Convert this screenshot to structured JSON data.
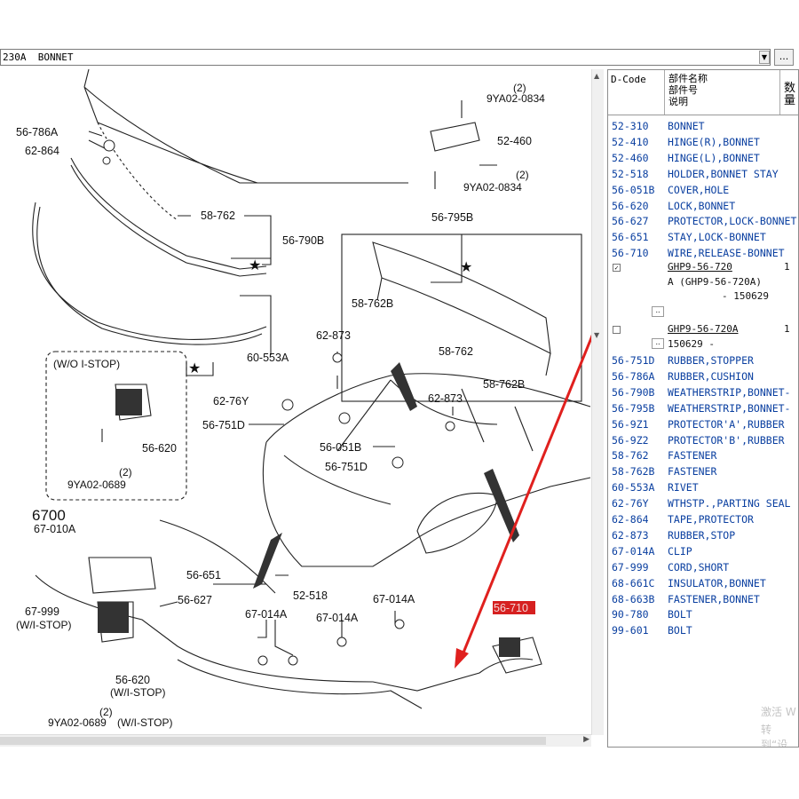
{
  "toolbar": {
    "title": "230A  BONNET",
    "dropdown_glyph": "▼",
    "browse_label": "..."
  },
  "panel": {
    "col_dcode": "D-Code",
    "col_names": [
      "部件名称",
      "部件号",
      "说明"
    ],
    "col_qty": "数量",
    "parts_top": [
      {
        "code": "52-310",
        "name": "BONNET"
      },
      {
        "code": "52-410",
        "name": "HINGE(R),BONNET"
      },
      {
        "code": "52-460",
        "name": "HINGE(L),BONNET"
      },
      {
        "code": "52-518",
        "name": "HOLDER,BONNET STAY"
      },
      {
        "code": "56-051B",
        "name": "COVER,HOLE"
      },
      {
        "code": "56-620",
        "name": "LOCK,BONNET"
      },
      {
        "code": "56-627",
        "name": "PROTECTOR,LOCK-BONNET"
      },
      {
        "code": "56-651",
        "name": "STAY,LOCK-BONNET"
      },
      {
        "code": "56-710",
        "name": "WIRE,RELEASE-BONNET"
      }
    ],
    "sub_items": [
      {
        "part_no": "GHP9-56-720",
        "note": "A (GHP9-56-720A)",
        "range": "- 150629",
        "qty": "1",
        "checked": "✓"
      },
      {
        "part_no": "GHP9-56-720A",
        "note": "",
        "range": "150629  -",
        "qty": "1",
        "checked": ""
      }
    ],
    "parts_bottom": [
      {
        "code": "56-751D",
        "name": "RUBBER,STOPPER"
      },
      {
        "code": "56-786A",
        "name": "RUBBER,CUSHION"
      },
      {
        "code": "56-790B",
        "name": "WEATHERSTRIP,BONNET-"
      },
      {
        "code": "56-795B",
        "name": "WEATHERSTRIP,BONNET-"
      },
      {
        "code": "56-9Z1",
        "name": "PROTECTOR'A',RUBBER"
      },
      {
        "code": "56-9Z2",
        "name": "PROTECTOR'B',RUBBER"
      },
      {
        "code": "58-762",
        "name": "FASTENER"
      },
      {
        "code": "58-762B",
        "name": "FASTENER"
      },
      {
        "code": "60-553A",
        "name": "RIVET"
      },
      {
        "code": "62-76Y",
        "name": "WTHSTP.,PARTING SEAL"
      },
      {
        "code": "62-864",
        "name": "TAPE,PROTECTOR"
      },
      {
        "code": "62-873",
        "name": "RUBBER,STOP"
      },
      {
        "code": "67-014A",
        "name": "CLIP"
      },
      {
        "code": "67-999",
        "name": "CORD,SHORT"
      },
      {
        "code": "68-661C",
        "name": "INSULATOR,BONNET"
      },
      {
        "code": "68-663B",
        "name": "FASTENER,BONNET"
      },
      {
        "code": "90-780",
        "name": "BOLT"
      },
      {
        "code": "99-601",
        "name": "BOLT"
      }
    ],
    "watermark_1": "激活 W",
    "watermark_2": "转到“设"
  },
  "diagram": {
    "labels": {
      "l_9ya02_0834_top": "9YA02-0834",
      "l_2_top": "(2)",
      "l_52_460": "52-460",
      "l_9ya02_0834_mid": "9YA02-0834",
      "l_2_mid": "(2)",
      "l_56_786a": "56-786A",
      "l_62_864": "62-864",
      "l_58_762_a": "58-762",
      "l_56_790b": "56-790B",
      "l_56_795b": "56-795B",
      "l_58_762b_a": "58-762B",
      "l_60_553a": "60-553A",
      "l_62_873_a": "62-873",
      "l_58_762_b": "58-762",
      "l_58_762b_b": "58-762B",
      "l_wo_istop": "(W/O I-STOP)",
      "l_62_76y": "62-76Y",
      "l_56_751d_a": "56-751D",
      "l_62_873_b": "62-873",
      "l_56_051b": "56-051B",
      "l_56_620_a": "56-620",
      "l_2_c": "(2)",
      "l_9ya02_0689_a": "9YA02-0689",
      "l_56_751d_b": "56-751D",
      "l_6700": "6700",
      "l_67_010a": "67-010A",
      "l_56_651": "56-651",
      "l_56_627": "56-627",
      "l_52_518": "52-518",
      "l_67_014a_a": "67-014A",
      "l_67_999": "67-999",
      "l_wi_stop_a": "(W/I-STOP)",
      "l_67_014a_b": "67-014A",
      "l_67_014a_c": "67-014A",
      "l_56_710": "56-710",
      "l_56_620_b": "56-620",
      "l_wi_stop_b": "(W/I-STOP)",
      "l_2_d": "(2)",
      "l_9ya02_0689_b": "9YA02-0689",
      "l_wi_stop_c": "(W/I-STOP)"
    },
    "highlight_color": "#d62020",
    "arrow_color": "#e0201e"
  }
}
